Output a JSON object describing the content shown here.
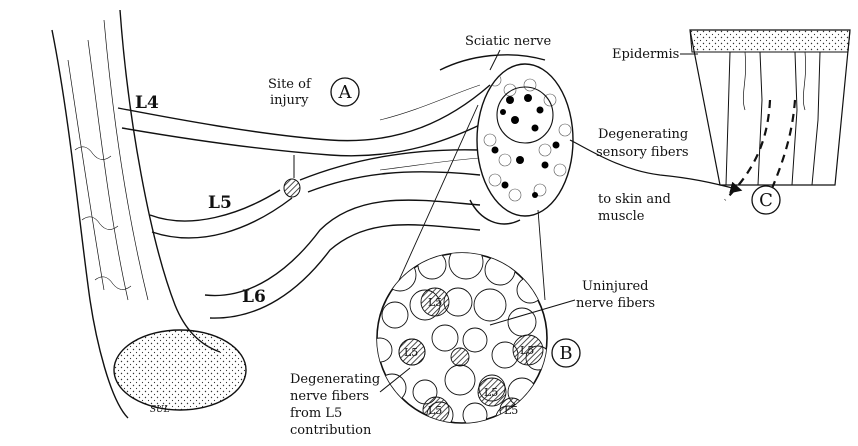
{
  "labels": {
    "sciatic_nerve": "Sciatic nerve",
    "site_of_injury_line1": "Site of",
    "site_of_injury_line2": "injury",
    "epidermis": "Epidermis",
    "degenerating_sensory_line1": "Degenerating",
    "degenerating_sensory_line2": "sensory fibers",
    "skin_muscle_line1": "to skin and",
    "skin_muscle_line2": "muscle",
    "uninjured_line1": "Uninjured",
    "uninjured_line2": "nerve fibers",
    "degen_l5_line1": "Degenerating",
    "degen_l5_line2": "nerve fibers",
    "degen_l5_line3": "from L5",
    "degen_l5_line4": "contribution"
  },
  "roots": {
    "l4": "L4",
    "l5": "L5",
    "l6": "L6"
  },
  "panels": {
    "a": "A",
    "b": "B",
    "c": "C"
  },
  "inset_fiber_label": "L5",
  "signature": "SUL",
  "colors": {
    "ink": "#111111",
    "paper": "#ffffff",
    "degenerated_fill": "#444444",
    "degenerated_dot": "#000000"
  }
}
